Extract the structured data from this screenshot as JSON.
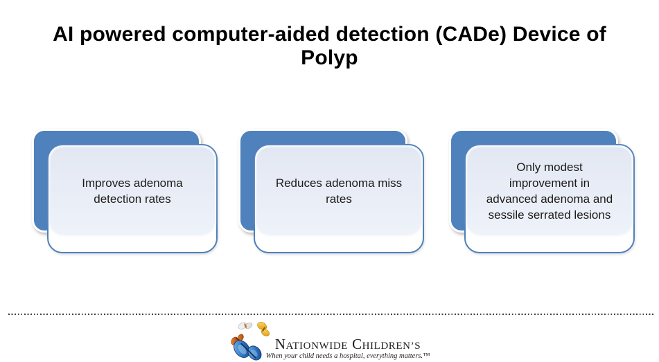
{
  "title": {
    "text": "AI powered computer-aided detection (CADe) Device of Polyp",
    "lines": [
      "AI powered computer-aided detection (CADe) Device of",
      "Polyp"
    ]
  },
  "cards": [
    {
      "label": "Improves adenoma detection rates",
      "lines": [
        "Improves adenoma",
        "detection rates"
      ]
    },
    {
      "label": "Reduces adenoma miss rates",
      "lines": [
        "Reduces adenoma miss",
        "rates"
      ]
    },
    {
      "label": "Only modest improvement in advanced adenoma and sessile serrated lesions",
      "lines": [
        "Only modest",
        "improvement in",
        "advanced adenoma and",
        "sessile serrated lesions"
      ]
    }
  ],
  "footer": {
    "logo": {
      "name": "Nationwide Children's",
      "word1_initial": "N",
      "word1_rest": "ationwide",
      "word2_initial": "C",
      "word2_rest": "hildren’s",
      "tagline": "When your child needs a hospital, everything matters.™",
      "icon": "butterflies-icon"
    }
  },
  "colors": {
    "accent_blue": "#4f81bd",
    "card_border_blue": "#4e80ba",
    "panel_fill": "#e8edf6",
    "text": "#1b1b1b",
    "dots": "#3c3c3c",
    "butterfly_blue": "#1b55a5",
    "butterfly_orange": "#d96a1e",
    "butterfly_gold": "#e8a405"
  }
}
